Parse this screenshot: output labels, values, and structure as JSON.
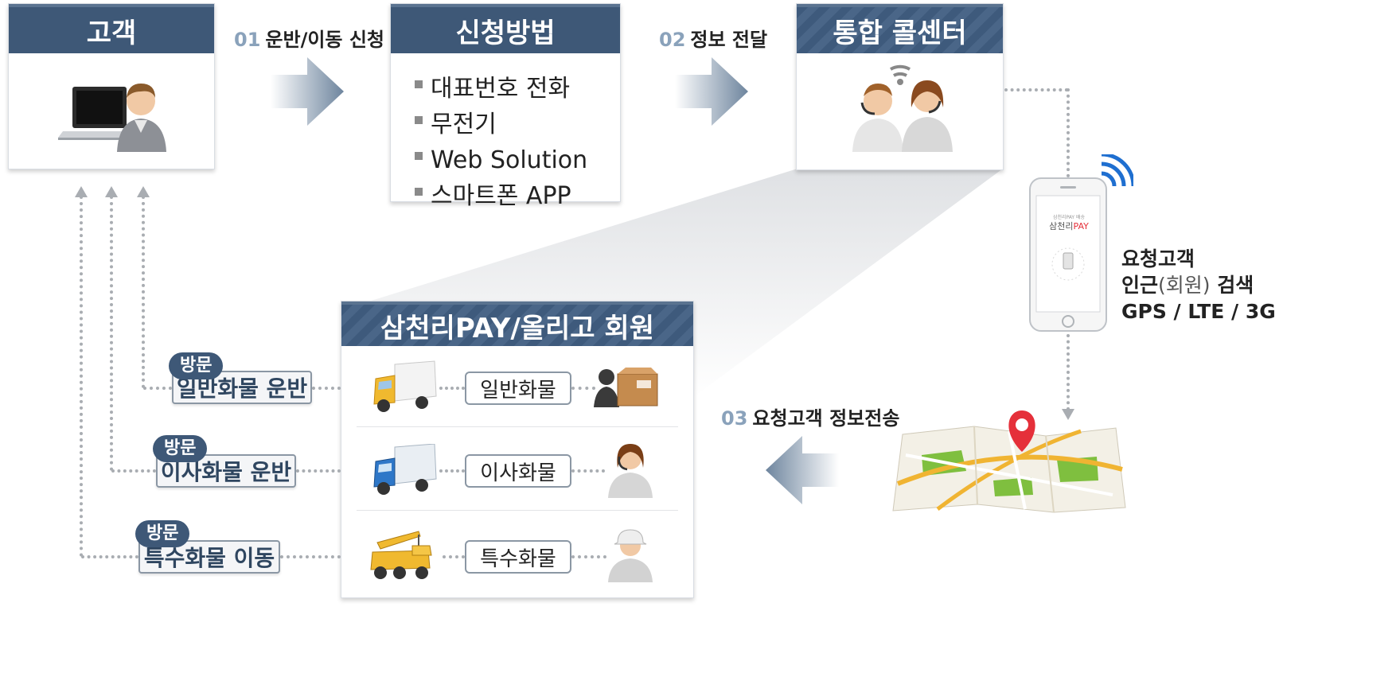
{
  "customer": {
    "title": "고객"
  },
  "method": {
    "title": "신청방법",
    "items": [
      "대표번호 전화",
      "무전기",
      "Web Solution",
      "스마트폰 APP"
    ]
  },
  "callcenter": {
    "title": "통합 콜센터"
  },
  "steps": {
    "s1": {
      "num": "01",
      "label": "운반/이동 신청"
    },
    "s2": {
      "num": "02",
      "label": "정보 전달"
    },
    "s3": {
      "num": "03",
      "label": "요청고객 정보전송"
    }
  },
  "phone": {
    "app_small": "삼천리PAY 배송",
    "app_name_a": "삼천리",
    "app_name_b": "PAY"
  },
  "search": {
    "line1": "요청고객",
    "line2_a": "인근",
    "line2_b": "(회원)",
    "line2_c": " 검색",
    "line3": "GPS / LTE / 3G"
  },
  "members": {
    "title": "삼천리PAY/올리고 회원",
    "rows": [
      {
        "cargo": "일반화물",
        "visit_tag": "방문",
        "visit_label": "일반화물 운반",
        "vehicle_icon": "box-truck-icon",
        "person_icon": "person-with-box-icon"
      },
      {
        "cargo": "이사화물",
        "visit_tag": "방문",
        "visit_label": "이사화물 운반",
        "vehicle_icon": "moving-truck-icon",
        "person_icon": "operator-female-icon"
      },
      {
        "cargo": "특수화물",
        "visit_tag": "방문",
        "visit_label": "특수화물 이동",
        "vehicle_icon": "crane-truck-icon",
        "person_icon": "worker-helmet-icon"
      }
    ]
  },
  "colors": {
    "header": "#3e5877",
    "step_num": "#8aa2bb",
    "arrow": "#6e859e",
    "connector": "#a9adb2",
    "map_pin": "#e5303a",
    "wifi": "#1f6fd0"
  }
}
